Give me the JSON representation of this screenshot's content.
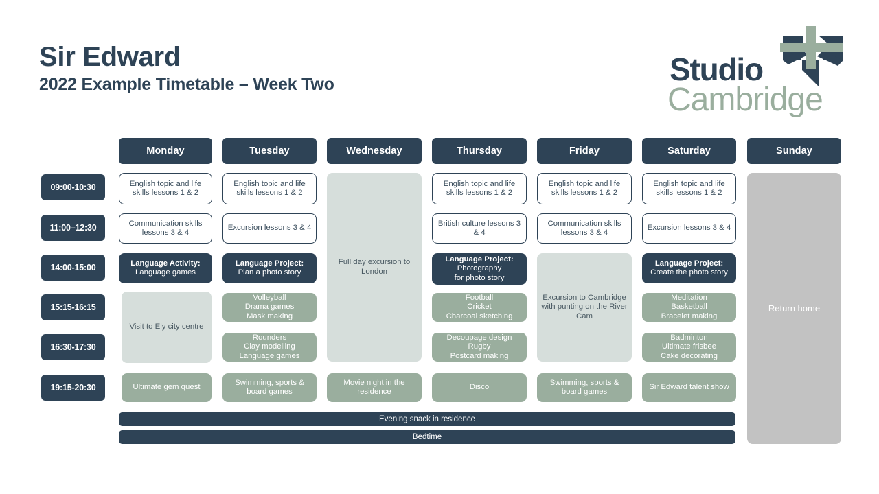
{
  "header": {
    "title": "Sir Edward",
    "subtitle": "2022 Example Timetable – Week Two"
  },
  "logo": {
    "word_top": "Studio",
    "word_bottom": "Cambridge",
    "flag_icon": "union-jack-pennant-icon",
    "navy": "#2e4356",
    "sage": "#9aae9e"
  },
  "colors": {
    "navy": "#2e4356",
    "sage": "#9aae9e",
    "pale_sage": "#d6dedb",
    "grey": "#c2c2c2",
    "white": "#ffffff"
  },
  "timetable": {
    "days": [
      "Monday",
      "Tuesday",
      "Wednesday",
      "Thursday",
      "Friday",
      "Saturday",
      "Sunday"
    ],
    "times": [
      "09:00-10:30",
      "11:00–12:30",
      "14:00-15:00",
      "15:15-16:15",
      "16:30-17:30",
      "19:15-20:30"
    ],
    "cells": {
      "mon_0900": "English topic and life skills lessons 1 & 2",
      "mon_1100": "Communication skills lessons 3 & 4",
      "mon_1400_lead": "Language Activity:",
      "mon_1400_body": "Language games",
      "mon_pm": "Visit to Ely city centre",
      "mon_1915": "Ultimate gem quest",
      "tue_0900": "English topic and life skills lessons 1 & 2",
      "tue_1100": "Excursion lessons 3 & 4",
      "tue_1400_lead": "Language Project:",
      "tue_1400_body": "Plan a photo story",
      "tue_1515": "Volleyball\nDrama games\nMask making",
      "tue_1630": "Rounders\nClay modelling\nLanguage games",
      "tue_1915": "Swimming, sports & board games",
      "wed_day": "Full day excursion to London",
      "wed_1915": "Movie night in the residence",
      "thu_0900": "English topic and life skills lessons 1 & 2",
      "thu_1100": "British culture lessons 3 & 4",
      "thu_1400_lead": "Language Project:",
      "thu_1400_body": "Photography\nfor photo story",
      "thu_1515": "Football\nCricket\nCharcoal sketching",
      "thu_1630": "Decoupage design\nRugby\nPostcard making",
      "thu_1915": "Disco",
      "fri_0900": "English topic and life skills lessons 1 & 2",
      "fri_1100": "Communication skills lessons 3 & 4",
      "fri_pm": "Excursion to Cambridge with punting on the River Cam",
      "fri_1915": "Swimming, sports & board games",
      "sat_0900": "English topic and life skills lessons 1 & 2",
      "sat_1100": "Excursion lessons 3 & 4",
      "sat_1400_lead": "Language Project:",
      "sat_1400_body": "Create the photo story",
      "sat_1515": "Meditation\nBasketball\nBracelet making",
      "sat_1630": "Badminton\nUltimate frisbee\nCake decorating",
      "sat_1915": "Sir Edward talent show",
      "sun_all": "Return home"
    },
    "footer_bars": [
      "Evening snack in residence",
      "Bedtime"
    ]
  }
}
